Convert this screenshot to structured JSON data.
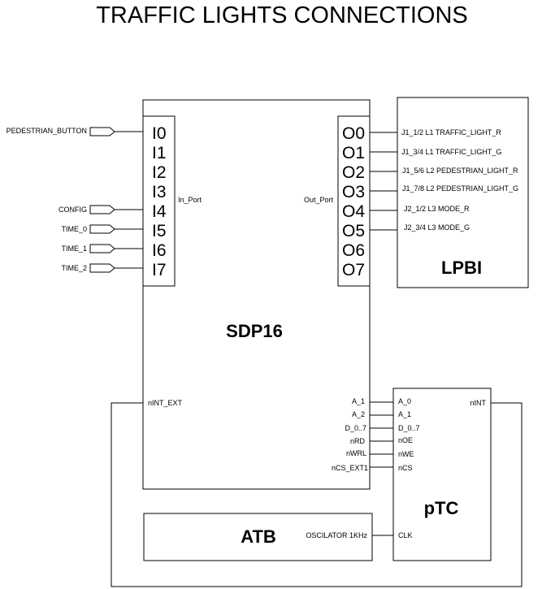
{
  "title": "TRAFFIC LIGHTS CONNECTIONS",
  "blocks": {
    "sdp16": "SDP16",
    "lpbi": "LPBI",
    "ptc": "pTC",
    "atb": "ATB"
  },
  "in_port": {
    "label": "In_Port",
    "pins": [
      "I0",
      "I1",
      "I2",
      "I3",
      "I4",
      "I5",
      "I6",
      "I7"
    ]
  },
  "out_port": {
    "label": "Out_Port",
    "pins": [
      "O0",
      "O1",
      "O2",
      "O3",
      "O4",
      "O5",
      "O6",
      "O7"
    ]
  },
  "inputs": {
    "pedestrian_button": "PEDESTRIAN_BUTTON",
    "config": "CONFIG",
    "time_0": "TIME_0",
    "time_1": "TIME_1",
    "time_2": "TIME_2"
  },
  "lpbi_signals": [
    "J1_1/2 L1 TRAFFIC_LIGHT_R",
    "J1_3/4 L1 TRAFFIC_LIGHT_G",
    "J1_5/6 L2 PEDESTRIAN_LIGHT_R",
    "J1_7/8 L2 PEDESTRIAN_LIGHT_G",
    "J2_1/2 L3 MODE_R",
    "J2_3/4 L3 MODE_G"
  ],
  "sdp_bus_labels": [
    "A_1",
    "A_2",
    "D_0..7",
    "nRD",
    "nWRL",
    "nCS_EXT1"
  ],
  "sdp_int_label": "nINT_EXT",
  "ptc_pins": [
    "A_0",
    "A_1",
    "D_0..7",
    "nOE",
    "nWE",
    "nCS"
  ],
  "ptc_int_label": "nINT",
  "ptc_clk_label": "CLK",
  "atb_osc_label": "OSCILATOR 1KHz"
}
